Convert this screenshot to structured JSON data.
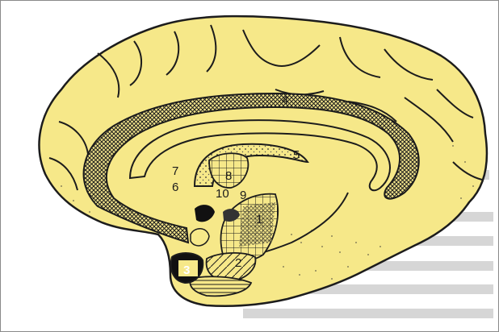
{
  "colors": {
    "brain_fill": "#f6e889",
    "outline": "#1c1c1c",
    "background": "#ffffff",
    "page_text": "#c8c8c8"
  },
  "labels": {
    "n1": "1",
    "n2": "2",
    "n3": "3",
    "n4": "4",
    "n5": "5",
    "n6": "6",
    "n7": "7",
    "n8": "8",
    "n9": "9",
    "n10": "10"
  }
}
